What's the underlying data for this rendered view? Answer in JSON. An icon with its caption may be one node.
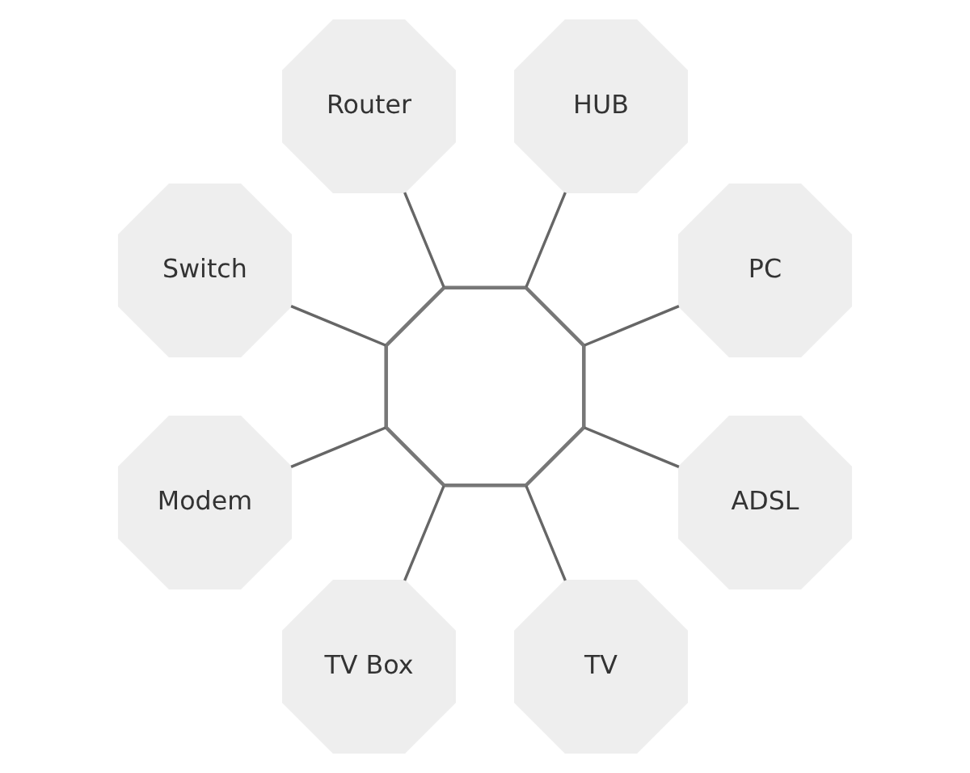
{
  "diagram": {
    "nodes": [
      {
        "text": [],
        "shape": "octagon"
      },
      {
        "text": [
          "PC"
        ]
      },
      {
        "text": [
          "HUB"
        ]
      },
      {
        "text": [
          "Router"
        ]
      },
      {
        "text": [
          "Switch"
        ]
      },
      {
        "text": [
          "Modem"
        ]
      },
      {
        "text": [
          "TV Box"
        ]
      },
      {
        "text": [
          "TV"
        ]
      },
      {
        "text": [
          "ADSL"
        ]
      }
    ],
    "edges": [
      {
        "from": 0,
        "to": 1,
        "arrow": "none"
      },
      {
        "from": 0,
        "to": 3,
        "arrow": "none"
      },
      {
        "from": 0,
        "to": 5,
        "arrow": "none"
      },
      {
        "from": 0,
        "to": 8,
        "arrow": "none"
      },
      {
        "from": 0,
        "to": 7,
        "arrow": "none"
      },
      {
        "from": 0,
        "to": 6,
        "arrow": "none"
      },
      {
        "from": 0,
        "to": 4,
        "arrow": "none"
      },
      {
        "from": 0,
        "to": 2,
        "arrow": "none"
      }
    ]
  }
}
